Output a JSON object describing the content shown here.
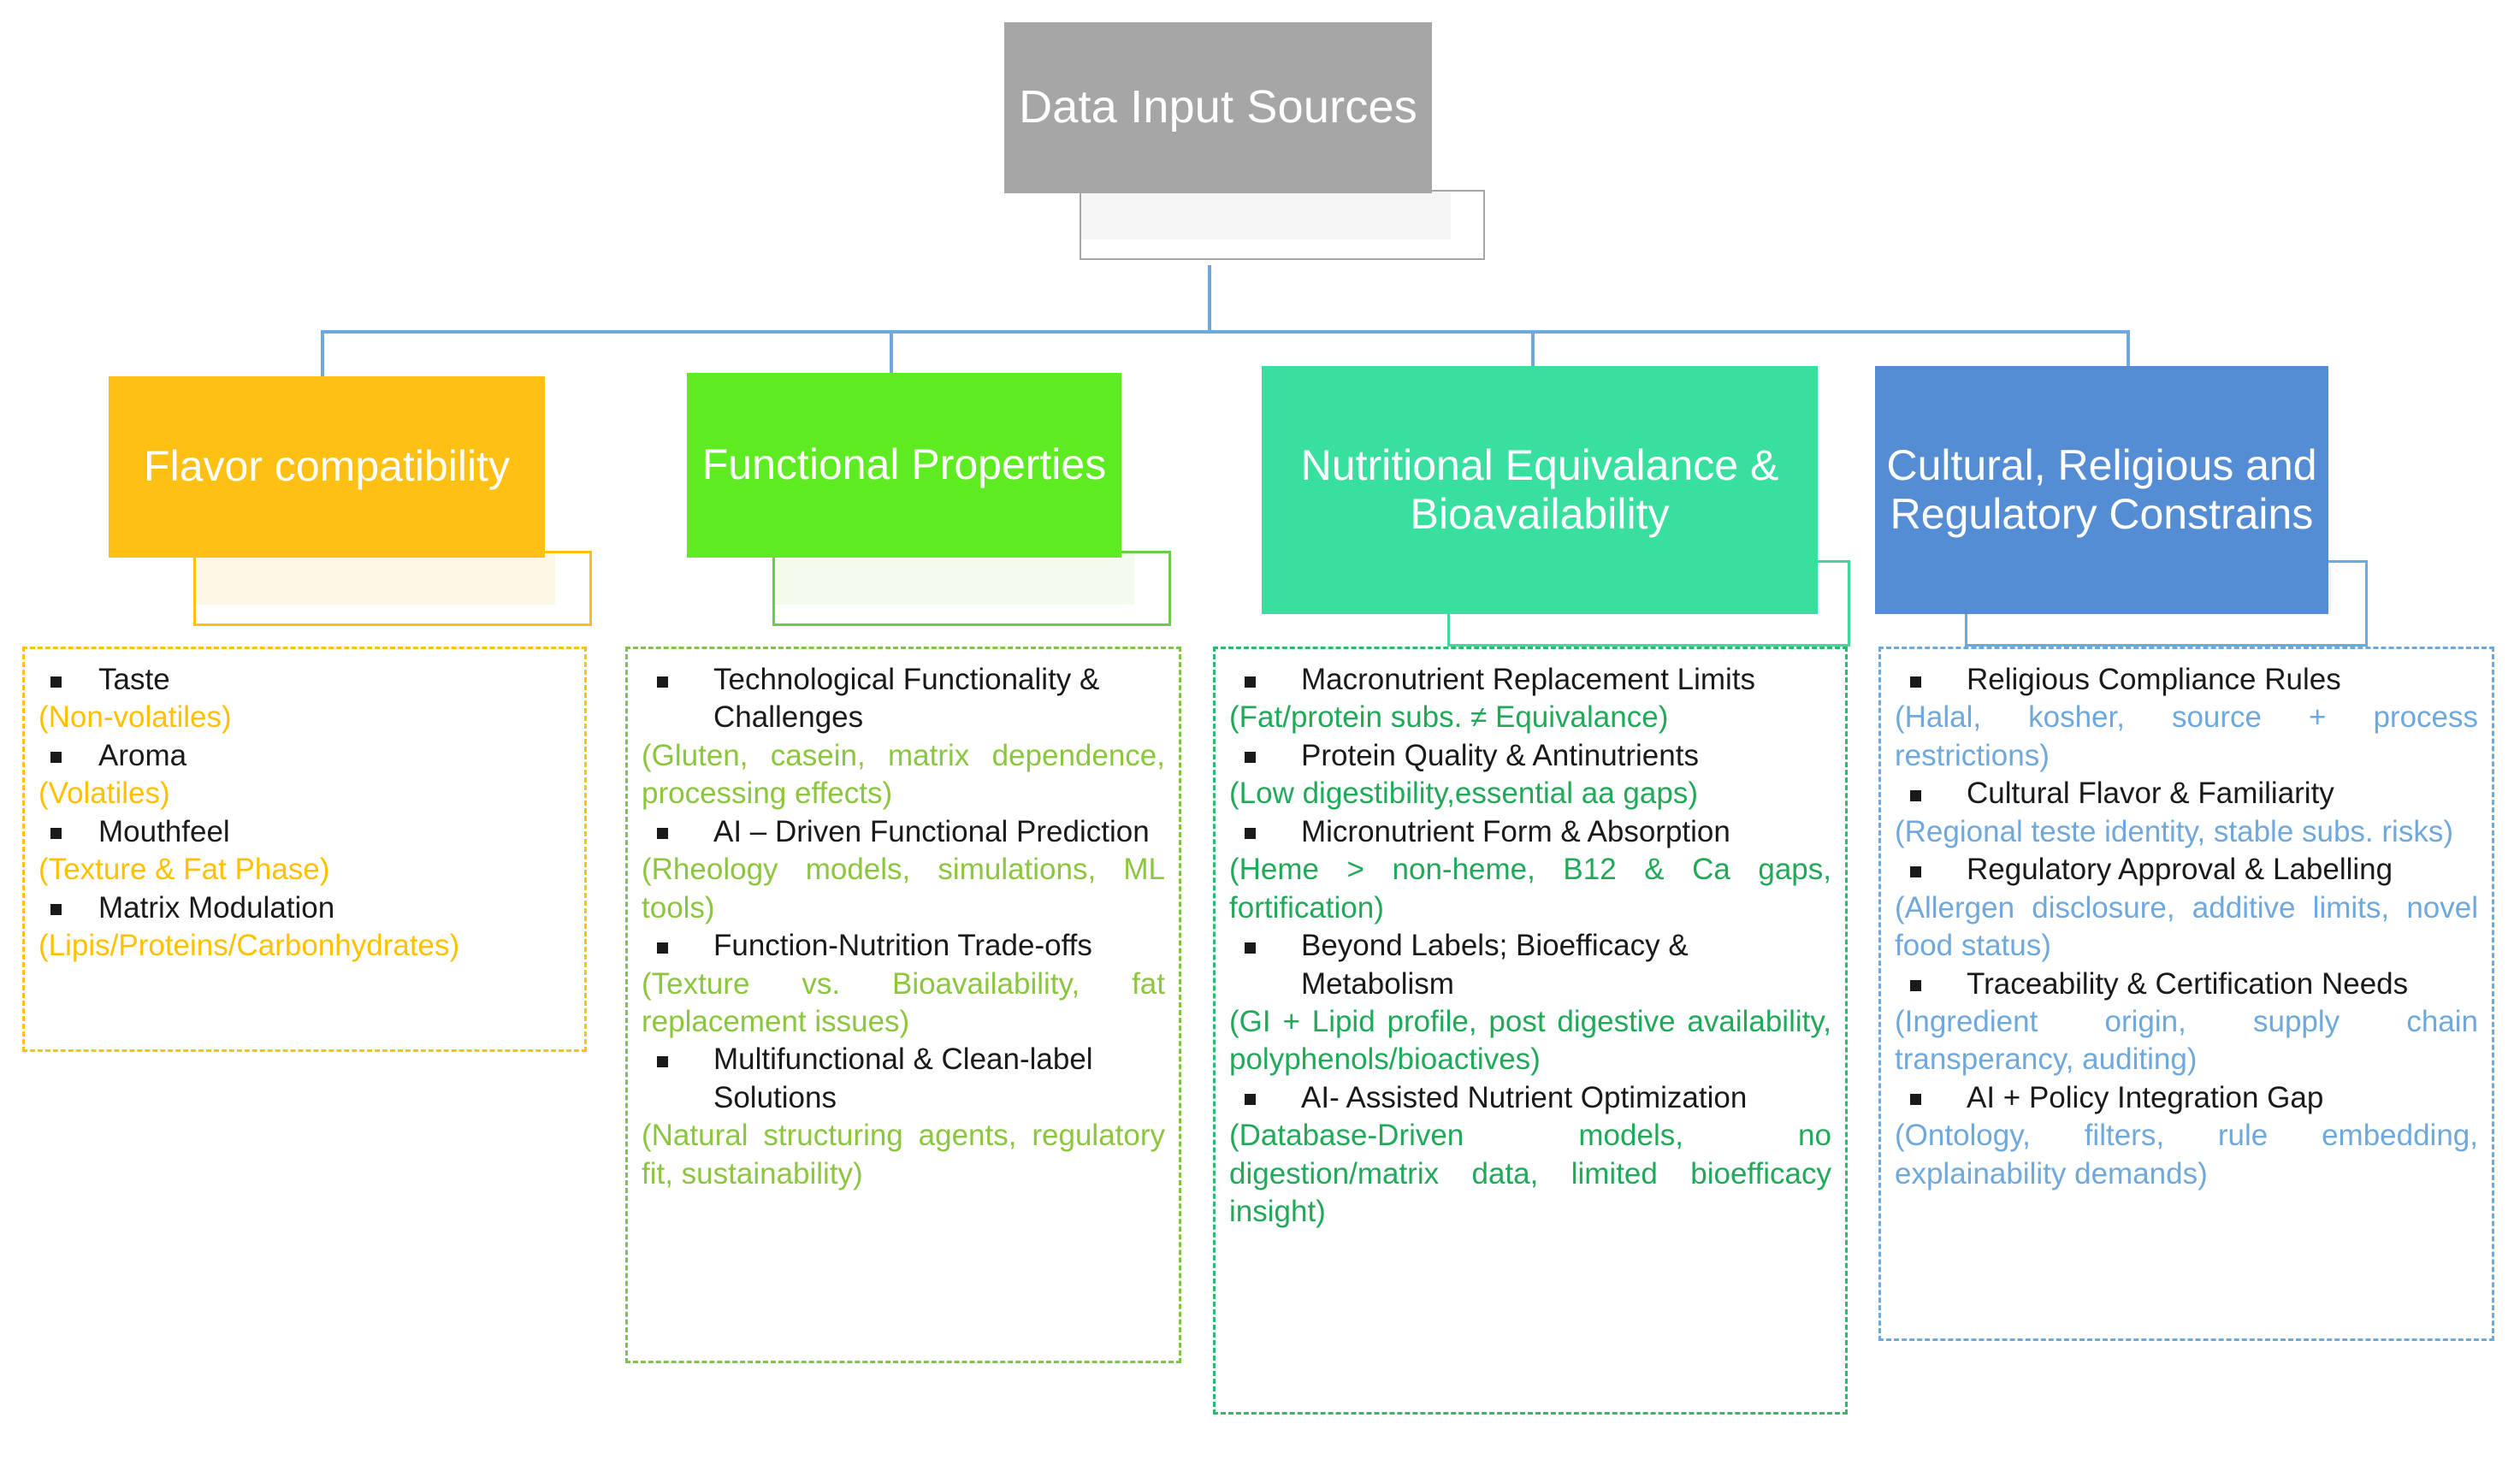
{
  "diagram": {
    "title": "Data Input Sources hierarchy",
    "root": {
      "label": "Data Input Sources",
      "color": "#A6A6A6"
    },
    "colors": {
      "connector": "#6FA8DC",
      "orange": "#FFC014",
      "green": "#5FEB21",
      "teal": "#39DF9F",
      "blue": "#548DD4",
      "orange_text": "#FFC000",
      "green_text": "#8CC63E",
      "teal_text": "#21A95A",
      "blue_text": "#6FA8DC",
      "heading_text": "#1A1A1A"
    },
    "branches": [
      {
        "key": "flavor",
        "header": "Flavor compatibility",
        "accent": "#FFC014",
        "items": [
          {
            "heading": "Taste",
            "sub": "(Non-volatiles)"
          },
          {
            "heading": "Aroma",
            "sub": " (Volatiles)"
          },
          {
            "heading": "Mouthfeel",
            "sub": "(Texture & Fat Phase)"
          },
          {
            "heading": "Matrix Modulation",
            "sub": "(Lipis/Proteins/Carbonhydrates)"
          }
        ]
      },
      {
        "key": "functional",
        "header": "Functional Properties",
        "accent": "#5FEB21",
        "items": [
          {
            "heading": "Technological Functionality & Challenges",
            "sub": " (Gluten, casein, matrix dependence, processing effects)"
          },
          {
            "heading": "AI – Driven Functional Prediction",
            "sub": "(Rheology models, simulations, ML tools)"
          },
          {
            "heading": "Function-Nutrition Trade-offs",
            "sub": "(Texture vs. Bioavailability, fat replacement issues)"
          },
          {
            "heading": "Multifunctional & Clean-label Solutions",
            "sub": "(Natural structuring agents, regulatory fit, sustainability)"
          }
        ]
      },
      {
        "key": "nutritional",
        "header": "Nutritional Equivalance & Bioavailability",
        "accent": "#39DF9F",
        "items": [
          {
            "heading": "Macronutrient Replacement Limits",
            "sub": "(Fat/protein subs. ≠ Equivalance)"
          },
          {
            "heading": "Protein Quality & Antinutrients",
            "sub": "(Low digestibility,essential aa gaps)"
          },
          {
            "heading": "Micronutrient Form & Absorption",
            "sub": "(Heme > non-heme, B12 & Ca gaps, fortification)"
          },
          {
            "heading": "Beyond Labels; Bioefficacy & Metabolism",
            "sub": "(GI + Lipid profile, post digestive availability, polyphenols/bioactives)"
          },
          {
            "heading": "AI- Assisted Nutrient Optimization",
            "sub": "(Database-Driven models, no digestion/matrix data, limited bioefficacy insight)"
          }
        ]
      },
      {
        "key": "cultural",
        "header": "Cultural, Religious and Regulatory Constrains",
        "accent": "#548DD4",
        "items": [
          {
            "heading": "Religious Compliance Rules",
            "sub": "(Halal, kosher, source + process restrictions)"
          },
          {
            "heading": "Cultural Flavor & Familiarity",
            "sub": "(Regional teste identity, stable subs. risks)"
          },
          {
            "heading": "Regulatory Approval & Labelling",
            "sub": "(Allergen disclosure, additive limits, novel food status)"
          },
          {
            "heading": "Traceability & Certification Needs",
            "sub": "(Ingredient origin, supply chain transperancy, auditing)"
          },
          {
            "heading": "AI + Policy Integration Gap",
            "sub": "(Ontology, filters, rule embedding, explainability demands)"
          }
        ]
      }
    ]
  }
}
